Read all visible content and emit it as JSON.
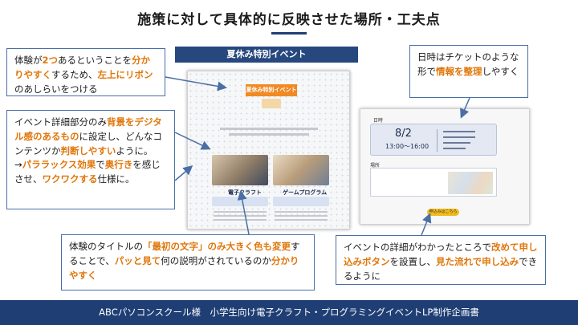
{
  "slide": {
    "title": "施策に対して具体的に反映させた場所・工夫点",
    "footer": "ABCパソコンスクール様　小学生向け電子クラフト・プログラミングイベントLP制作企画書"
  },
  "lp_header": "夏休み特別イベント",
  "mock_left": {
    "ribbon": "夏休み特別イベント",
    "caption_1": "電子クラフト",
    "caption_2": "ゲームプログラム"
  },
  "mock_right": {
    "ticket_label": "日時",
    "ticket_date": "8/2",
    "ticket_time": "13:00〜16:00",
    "place_label": "場所",
    "apply_button": "申込みはこちら"
  },
  "callouts": {
    "ribbon": {
      "p1": "体験が",
      "h1": "2つ",
      "p2": "あるということを",
      "h2": "分かりやすく",
      "p3": "するため、",
      "h3": "左上にリボン",
      "p4": "のあしらいをつける"
    },
    "background": {
      "p1": "イベント詳細部分のみ",
      "h1": "背景をデジタル感のあるもの",
      "p2": "に設定し、どんなコンテンツか",
      "h2": "判断しやすい",
      "p3": "ように。",
      "p4": "→",
      "h3": "パララックス効果",
      "p5": "で",
      "h4": "奥行き",
      "p6": "を感じさせ、",
      "h5": "ワクワクする",
      "p7": "仕様に。"
    },
    "title_text": {
      "p1": "体験のタイトルの",
      "h1": "「最初の文字」のみ大きく色も変更",
      "p2": "することで、",
      "h2": "パッと見て",
      "p3": "何の説明がされているのか",
      "h3": "分かりやすく"
    },
    "ticket": {
      "p1": "日時はチケットのような形で",
      "h1": "情報を整理",
      "p2": "しやすく"
    },
    "apply": {
      "p1": "イベントの詳細がわかったところで",
      "h1": "改めて申し込みボタン",
      "p2": "を設置し、",
      "h2": "見た流れで申し込み",
      "p3": "できるように"
    }
  },
  "colors": {
    "accent_orange": "#e0760a",
    "navy": "#1f3e74",
    "callout_border": "#4a6fa5"
  }
}
